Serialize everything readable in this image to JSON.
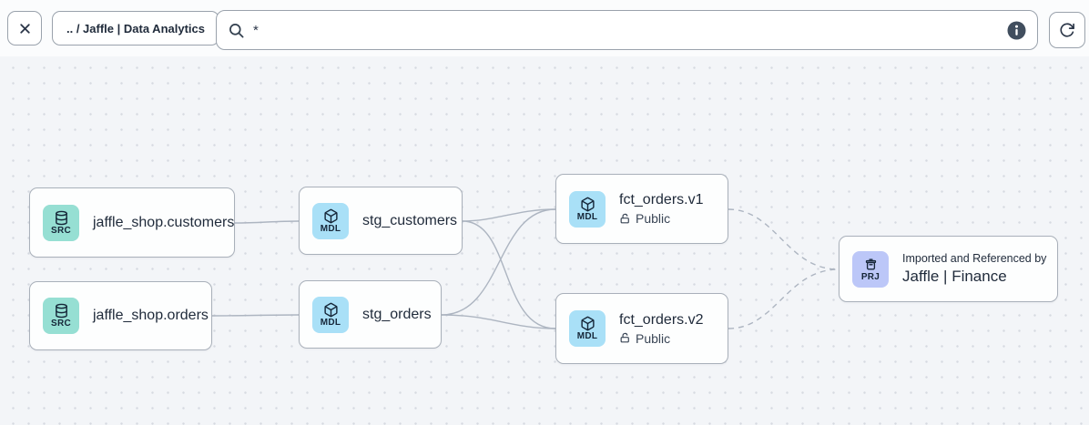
{
  "toolbar": {
    "breadcrumb": ".. / Jaffle | Data Analytics",
    "search_value": "*",
    "search_placeholder": ""
  },
  "nodes": {
    "src_customers": {
      "badge": "SRC",
      "title": "jaffle_shop.customers"
    },
    "src_orders": {
      "badge": "SRC",
      "title": "jaffle_shop.orders"
    },
    "stg_customers": {
      "badge": "MDL",
      "title": "stg_customers"
    },
    "stg_orders": {
      "badge": "MDL",
      "title": "stg_orders"
    },
    "fct_orders_v1": {
      "badge": "MDL",
      "title": "fct_orders.v1",
      "access": "Public"
    },
    "fct_orders_v2": {
      "badge": "MDL",
      "title": "fct_orders.v2",
      "access": "Public"
    },
    "project": {
      "badge": "PRJ",
      "subtitle": "Imported and Referenced by",
      "title": "Jaffle | Finance"
    }
  },
  "icons": {
    "close": "x",
    "search": "magnifier",
    "info": "i",
    "refresh": "rotate-cw",
    "src": "database",
    "mdl": "cube",
    "prj": "archive-box",
    "access": "open-padlock"
  },
  "colors": {
    "src_badge": "#96DFD3",
    "mdl_badge": "#A9E0F7",
    "prj_badge": "#BCC7F8",
    "edge": "#ADB5C1",
    "node_border": "#A9B0BA",
    "canvas_bg": "#F3F5F8",
    "bar_bg": "#FBFCFD",
    "text": "#1F2A3A"
  }
}
